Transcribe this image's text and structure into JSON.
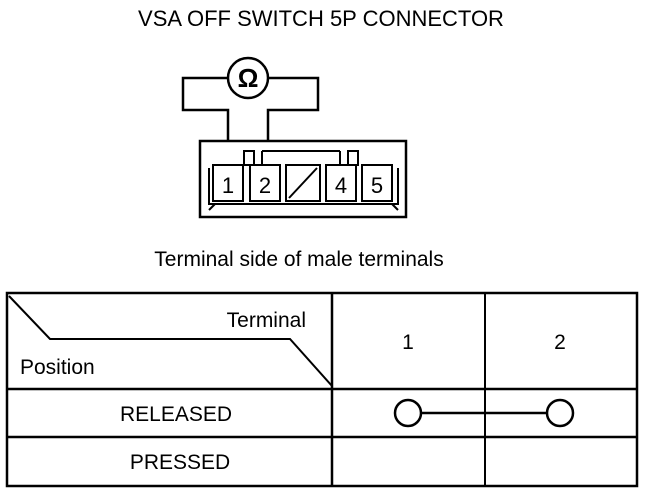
{
  "title": "VSA OFF SWITCH 5P CONNECTOR",
  "meter_symbol": "Ω",
  "connector": {
    "pins": [
      "1",
      "2",
      "",
      "4",
      "5"
    ]
  },
  "caption": "Terminal side of male terminals",
  "table": {
    "header_top": "Terminal",
    "header_bottom": "Position",
    "terminals": [
      "1",
      "2"
    ],
    "rows": [
      {
        "label": "RELEASED",
        "continuity": true
      },
      {
        "label": "PRESSED",
        "continuity": false
      }
    ]
  }
}
